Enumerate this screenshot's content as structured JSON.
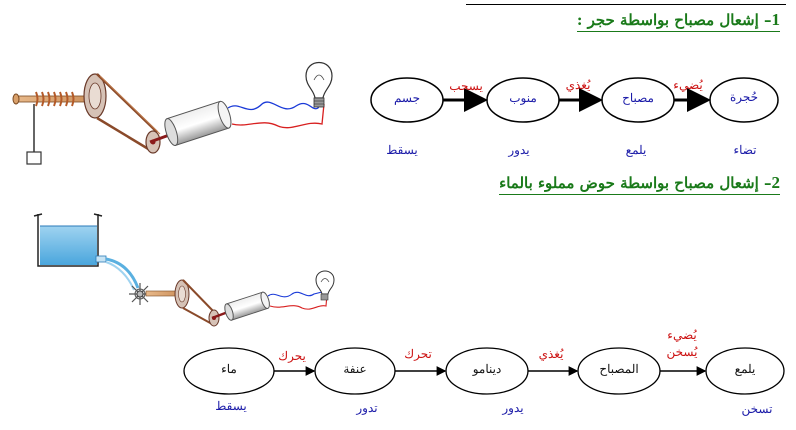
{
  "section1": {
    "number": "1",
    "title": "– إشعال مصباح بواسطة حجر :",
    "nodes": [
      "جسم",
      "منوب",
      "مصباح",
      "حُجرة"
    ],
    "arrows": [
      "يسحب",
      "يُغذي",
      "يُضيء"
    ],
    "actions": [
      "يسقط",
      "يدور",
      "يلمع",
      "تضاء"
    ]
  },
  "section2": {
    "number": "2",
    "title": "– إشعال مصباح بواسطة حوض مملوء بالماء",
    "nodes": [
      "ماء",
      "عنفة",
      "دينامو",
      "المصباح",
      "يلمع"
    ],
    "arrows": [
      "يحرك",
      "تحرك",
      "يُغذي",
      "يُضيء",
      "يُسخن"
    ],
    "actions": [
      "يسقط",
      "تدور",
      "يدور",
      "تسخن"
    ]
  },
  "colors": {
    "heading": "#1a7a1a",
    "node_text": "#1a1aa8",
    "arrow_label": "#cc1111"
  }
}
